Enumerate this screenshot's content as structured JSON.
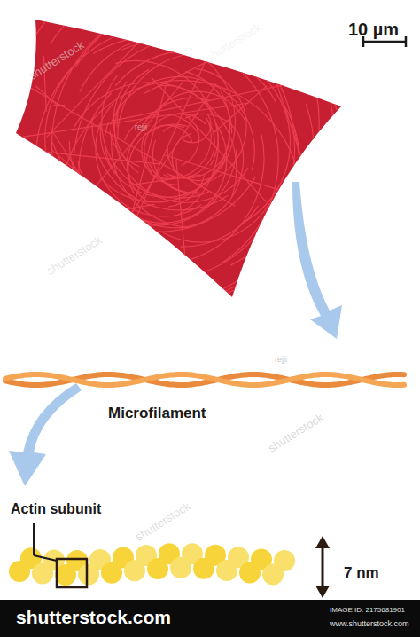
{
  "diagram": {
    "labels": [
      "10 µm",
      "Microfilament",
      "Actin subunit",
      "7 nm",
      "shutterstock.com",
      "IMAGE ID: 2175681901",
      "www.shutterstock.com",
      "shutterstock",
      "shutterstock",
      "shutterstock",
      "shutterstock",
      "shutterstock",
      "rejji",
      "rejji"
    ]
  }
}
